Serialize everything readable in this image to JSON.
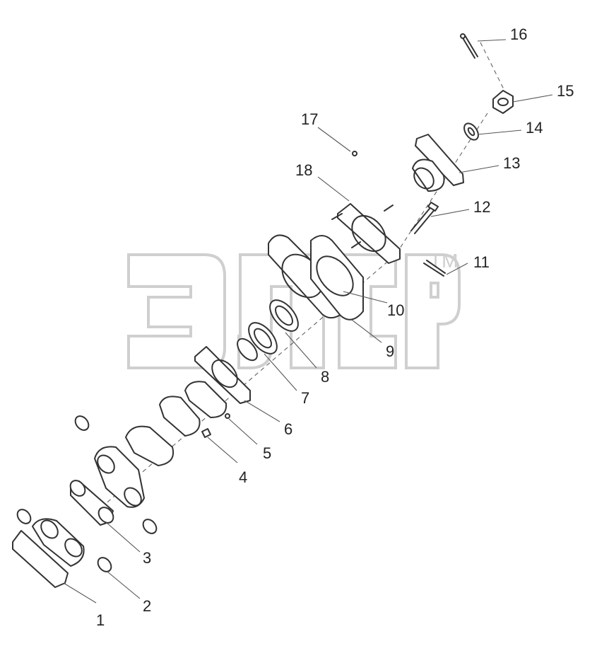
{
  "watermark": {
    "text": "ЭЛСР",
    "trademark": "TM"
  },
  "callouts": [
    {
      "id": "callout-1",
      "label": "1"
    },
    {
      "id": "callout-2",
      "label": "2"
    },
    {
      "id": "callout-3",
      "label": "3"
    },
    {
      "id": "callout-4",
      "label": "4"
    },
    {
      "id": "callout-5",
      "label": "5"
    },
    {
      "id": "callout-6",
      "label": "6"
    },
    {
      "id": "callout-7",
      "label": "7"
    },
    {
      "id": "callout-8",
      "label": "8"
    },
    {
      "id": "callout-9",
      "label": "9"
    },
    {
      "id": "callout-10",
      "label": "10"
    },
    {
      "id": "callout-11",
      "label": "11"
    },
    {
      "id": "callout-12",
      "label": "12"
    },
    {
      "id": "callout-13",
      "label": "13"
    },
    {
      "id": "callout-14",
      "label": "14"
    },
    {
      "id": "callout-15",
      "label": "15"
    },
    {
      "id": "callout-16",
      "label": "16"
    },
    {
      "id": "callout-17",
      "label": "17"
    },
    {
      "id": "callout-18",
      "label": "18"
    }
  ]
}
